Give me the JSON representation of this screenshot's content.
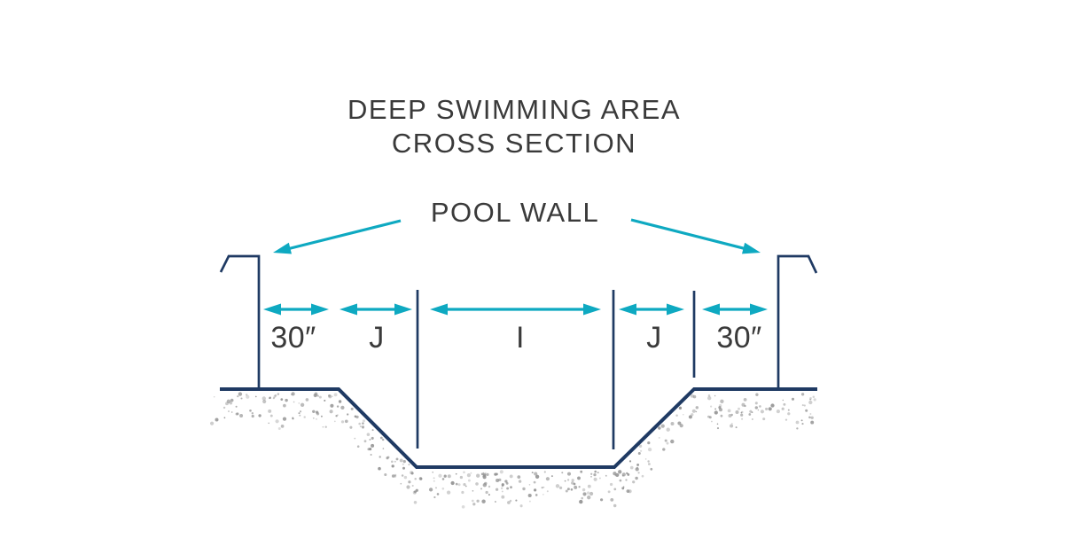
{
  "title": {
    "line1": "DEEP SWIMMING AREA",
    "line2": "CROSS SECTION"
  },
  "callout": {
    "label": "POOL WALL"
  },
  "dims": [
    {
      "label": "30″",
      "zone": "left-offset"
    },
    {
      "label": "J",
      "zone": "left-slope"
    },
    {
      "label": "I",
      "zone": "deep-bottom"
    },
    {
      "label": "J",
      "zone": "right-slope"
    },
    {
      "label": "30″",
      "zone": "right-offset"
    }
  ],
  "colors": {
    "line_navy": "#1f3a63",
    "arrow_cyan": "#0ea9c1",
    "text_dark": "#3a3a3a",
    "stipple_gray": "#8f8f8f",
    "background": "#ffffff"
  }
}
